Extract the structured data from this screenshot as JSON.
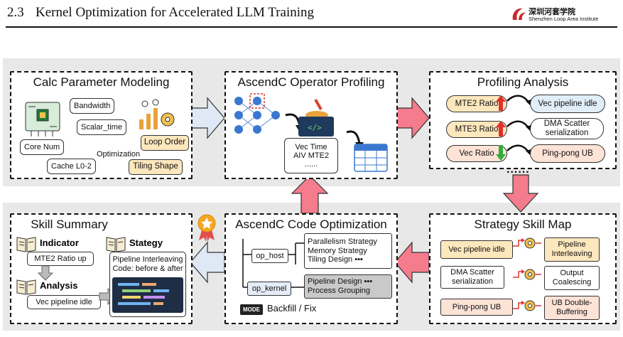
{
  "header": {
    "section_number": "2.3",
    "section_title": "Kernel Optimization for Accelerated LLM Training",
    "logo_cn": "深圳河套学院",
    "logo_en": "Shenzhen Loop Area Institute"
  },
  "panels": {
    "calc": {
      "title": "Calc Parameter Modeling",
      "bandwidth": "Bandwidth",
      "scalar_time": "Scalar_time",
      "core_num": "Core Num",
      "optimization": "Optimization",
      "cache": "Cache L0-2",
      "loop_order": "Loop Order",
      "tiling_shape": "Tiling Shape"
    },
    "profiling": {
      "title": "AscendC Operator Profiling",
      "vec_time": "Vec Time",
      "aiv_mte2": "AIV MTE2",
      "ellipsis": "......"
    },
    "analysis": {
      "title": "Profiling Analysis",
      "rows": [
        {
          "metric": "MTE2 Ratio",
          "result": "Vec pipeline idle",
          "trend": "up",
          "metric_color": "#fde7bd",
          "result_color": "#e0eefa"
        },
        {
          "metric": "MTE3 Ratio",
          "result": "DMA Scatter serialization",
          "trend": "up",
          "metric_color": "#fde7bd",
          "result_color": "#ffffff"
        },
        {
          "metric": "Vec Ratio",
          "result": "Ping-pong UB",
          "trend": "down",
          "metric_color": "#fde2d6",
          "result_color": "#fde2d6"
        }
      ],
      "more": "......"
    },
    "strategy": {
      "title": "Strategy Skill Map",
      "rows": [
        {
          "from": "Vec pipeline idle",
          "to": "Pipeline Interleaving",
          "color": "#fde7bd"
        },
        {
          "from": "DMA Scatter serialization",
          "to": "Output Coalescing",
          "color": "#ffffff"
        },
        {
          "from": "Ping-pong UB",
          "to": "UB Double-Buffering",
          "color": "#fde2d6"
        }
      ]
    },
    "code_opt": {
      "title": "AscendC Code Optimization",
      "op_host": "op_host",
      "op_kernel": "op_kernel",
      "host_items": [
        "Parallelism Strategy",
        "Memory Strategy",
        "Tiling Design"
      ],
      "kernel_items": [
        "Pipeline Design",
        "Process Grouping"
      ],
      "mode_badge": "MODE",
      "mode_text": "Backfill / Fix"
    },
    "summary": {
      "title": "Skill Summary",
      "indicator": "Indicator",
      "indicator_value": "MTE2 Ratio up",
      "analysis": "Analysis",
      "analysis_value": "Vec pipeline idle",
      "strategy": "Stategy",
      "strategy_line1": "Pipeline Interleaving",
      "strategy_line2": "Code: before & after"
    }
  },
  "colors": {
    "band": "#e8e8e8",
    "arrow_blue": "#dfe9f6",
    "arrow_pink": "#f47c8c",
    "up_arrow": "#e0302c",
    "down_arrow": "#2fae3b"
  }
}
